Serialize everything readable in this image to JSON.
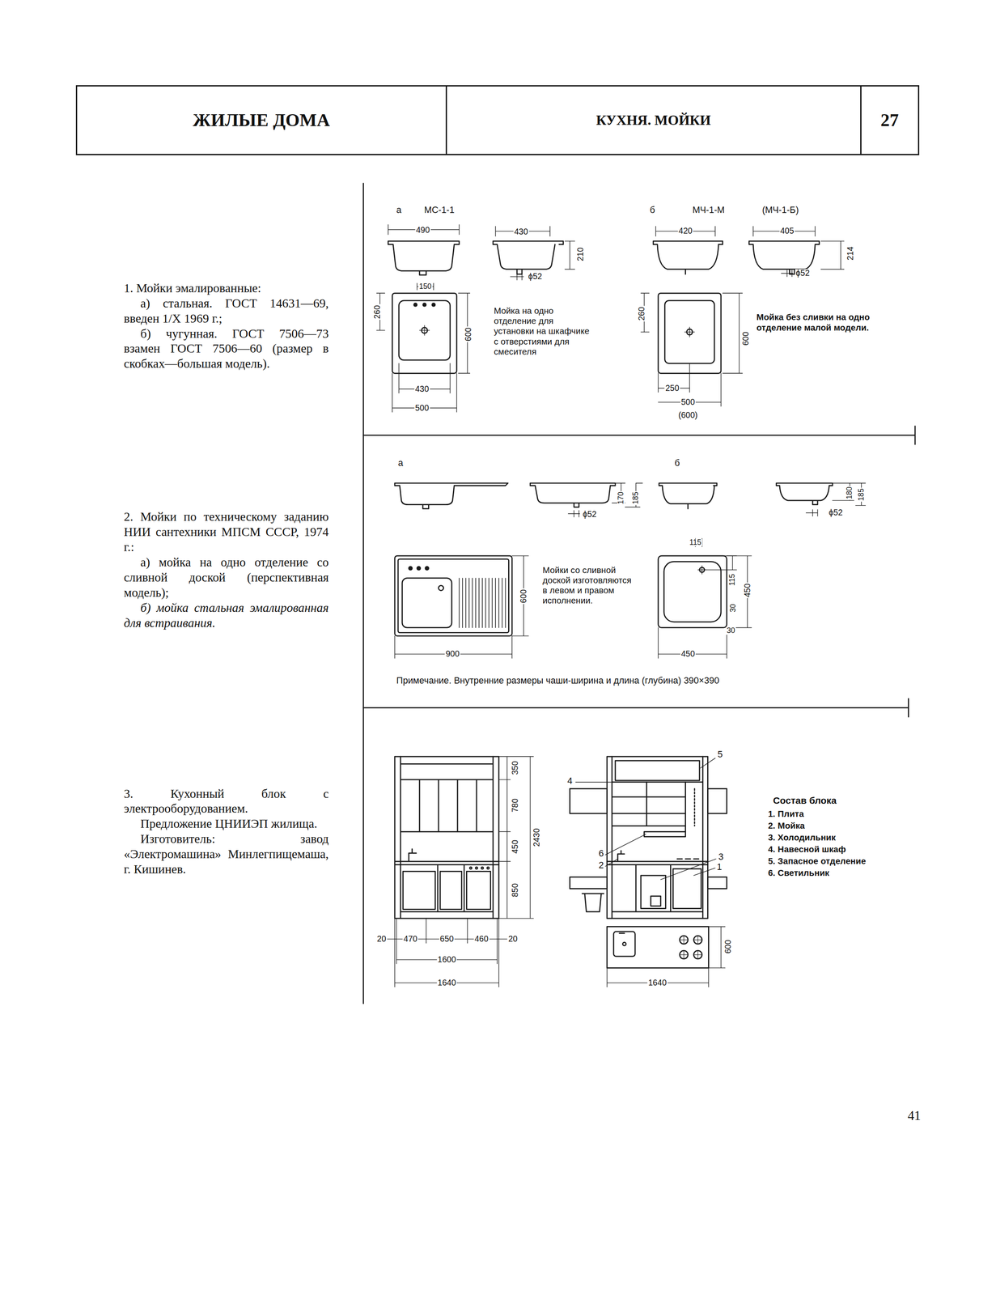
{
  "diagram": {
    "nodes": [
      {
        "text": [
          "ЖИЛЫЕ ДОМА"
        ]
      },
      {
        "text": [
          "КУХНЯ. МОЙКИ"
        ]
      },
      {
        "text": [
          "27"
        ]
      }
    ],
    "labels": [
      "1. Мойки эмалированные:",
      "а) стальная. ГОСТ 14631—69, введен 1/X 1969 г.;",
      "б) чугунная. ГОСТ 7506—73 взамен ГОСТ 7506—60 (размер в скобках—большая модель).",
      "а",
      "МС-1-1",
      "490",
      "430",
      "210",
      "ϕ52",
      "150",
      "260",
      "600",
      "430",
      "500",
      "Мойка на одно отделение для установки на шкафчике с отверстиями для смесителя",
      "б",
      "МЧ-1-М",
      "(МЧ-1-Б)",
      "420",
      "405",
      "214",
      "ϕ52",
      "260",
      "600",
      "250",
      "500",
      "(600)",
      "Мойка без сливки на одно отделение малой модели.",
      "2. Мойки по техническому заданию НИИ сантехники МПСМ СССР, 1974 г.:",
      "а) мойка на одно отделение со сливной доской (перспективная модель);",
      "б) мойка стальная эмалированная для встраивания.",
      "а",
      "170",
      "185",
      "ϕ52",
      "б",
      "180",
      "185",
      "ϕ52",
      "Мойки со сливной доской изготовляются в левом и правом исполнении.",
      "600",
      "900",
      "115",
      "115",
      "450",
      "30",
      "30",
      "450",
      "Примечание. Внутренние размеры чаши-ширина и длина (глубина) 390×390",
      "3. Кухонный блок с электрооборудованием.",
      "Предложение ЦНИИЭП жилища.",
      "Изготовитель: завод «Электромашина» Минлегпищемаша, г. Кишинев.",
      "350",
      "780",
      "450",
      "850",
      "2430",
      "20",
      "470",
      "650",
      "460",
      "20",
      "1600",
      "1640",
      "4",
      "5",
      "6",
      "2",
      "3",
      "1",
      "600",
      "1640",
      "Состав блока",
      "1. Плита",
      "2. Мойка",
      "3. Холодильник",
      "4. Навесной шкаф",
      "5. Запасное отделение",
      "6. Светильник",
      "41"
    ]
  }
}
